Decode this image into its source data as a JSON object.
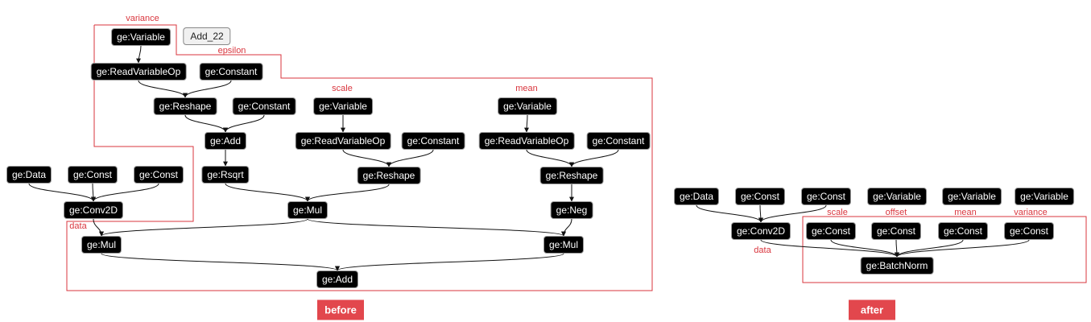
{
  "before": {
    "caption": "before",
    "add22": "Add_22",
    "labels": {
      "variance": "variance",
      "epsilon": "epsilon",
      "scale": "scale",
      "mean": "mean",
      "data": "data"
    },
    "nodes": {
      "var_variable": "ge:Variable",
      "var_read": "ge:ReadVariableOp",
      "eps_constant": "ge:Constant",
      "var_reshape": "ge:Reshape",
      "var_constant2": "ge:Constant",
      "add": "ge:Add",
      "rsqrt": "ge:Rsqrt",
      "scale_variable": "ge:Variable",
      "scale_read": "ge:ReadVariableOp",
      "scale_constant": "ge:Constant",
      "scale_reshape": "ge:Reshape",
      "mean_variable": "ge:Variable",
      "mean_read": "ge:ReadVariableOp",
      "mean_constant": "ge:Constant",
      "mean_reshape": "ge:Reshape",
      "neg": "ge:Neg",
      "mul_center": "ge:Mul",
      "data": "ge:Data",
      "const1": "ge:Const",
      "const2": "ge:Const",
      "conv2d": "ge:Conv2D",
      "mul_left": "ge:Mul",
      "mul_right": "ge:Mul",
      "add_final": "ge:Add"
    }
  },
  "after": {
    "caption": "after",
    "labels": {
      "scale": "scale",
      "offset": "offset",
      "mean": "mean",
      "variance": "variance",
      "data": "data"
    },
    "nodes": {
      "data": "ge:Data",
      "const1": "ge:Const",
      "const2": "ge:Const",
      "variable1": "ge:Variable",
      "variable2": "ge:Variable",
      "variable3": "ge:Variable",
      "conv2d": "ge:Conv2D",
      "c_scale": "ge:Const",
      "c_offset": "ge:Const",
      "c_mean": "ge:Const",
      "c_variance": "ge:Const",
      "batchnorm": "ge:BatchNorm"
    }
  },
  "colors": {
    "accent_red": "#e2474d",
    "node_bg": "#000000",
    "edge": "#111111"
  }
}
